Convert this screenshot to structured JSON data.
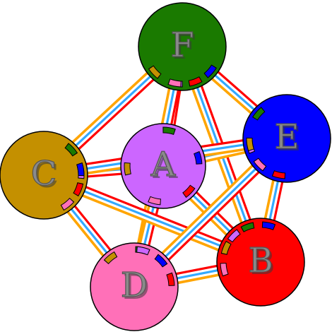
{
  "diagram": {
    "nodes": [
      {
        "id": "F",
        "label": "F",
        "color": "#1a7a00"
      },
      {
        "id": "E",
        "label": "E",
        "color": "#0000ff"
      },
      {
        "id": "C",
        "label": "C",
        "color": "#c49000"
      },
      {
        "id": "A",
        "label": "A",
        "color": "#cc66ff"
      },
      {
        "id": "B",
        "label": "B",
        "color": "#ff0000"
      },
      {
        "id": "D",
        "label": "D",
        "color": "#ff70b8"
      }
    ],
    "edges": [
      [
        "F",
        "A"
      ],
      [
        "F",
        "C"
      ],
      [
        "F",
        "E"
      ],
      [
        "F",
        "B"
      ],
      [
        "F",
        "D"
      ],
      [
        "A",
        "C"
      ],
      [
        "A",
        "E"
      ],
      [
        "A",
        "D"
      ],
      [
        "A",
        "B"
      ],
      [
        "C",
        "D"
      ],
      [
        "C",
        "E"
      ],
      [
        "C",
        "B"
      ],
      [
        "E",
        "B"
      ],
      [
        "E",
        "D"
      ],
      [
        "D",
        "B"
      ]
    ],
    "edge_colors": [
      "#ff0000",
      "#ffffff",
      "#33a9ff",
      "#ffffff",
      "#ffa500"
    ]
  }
}
